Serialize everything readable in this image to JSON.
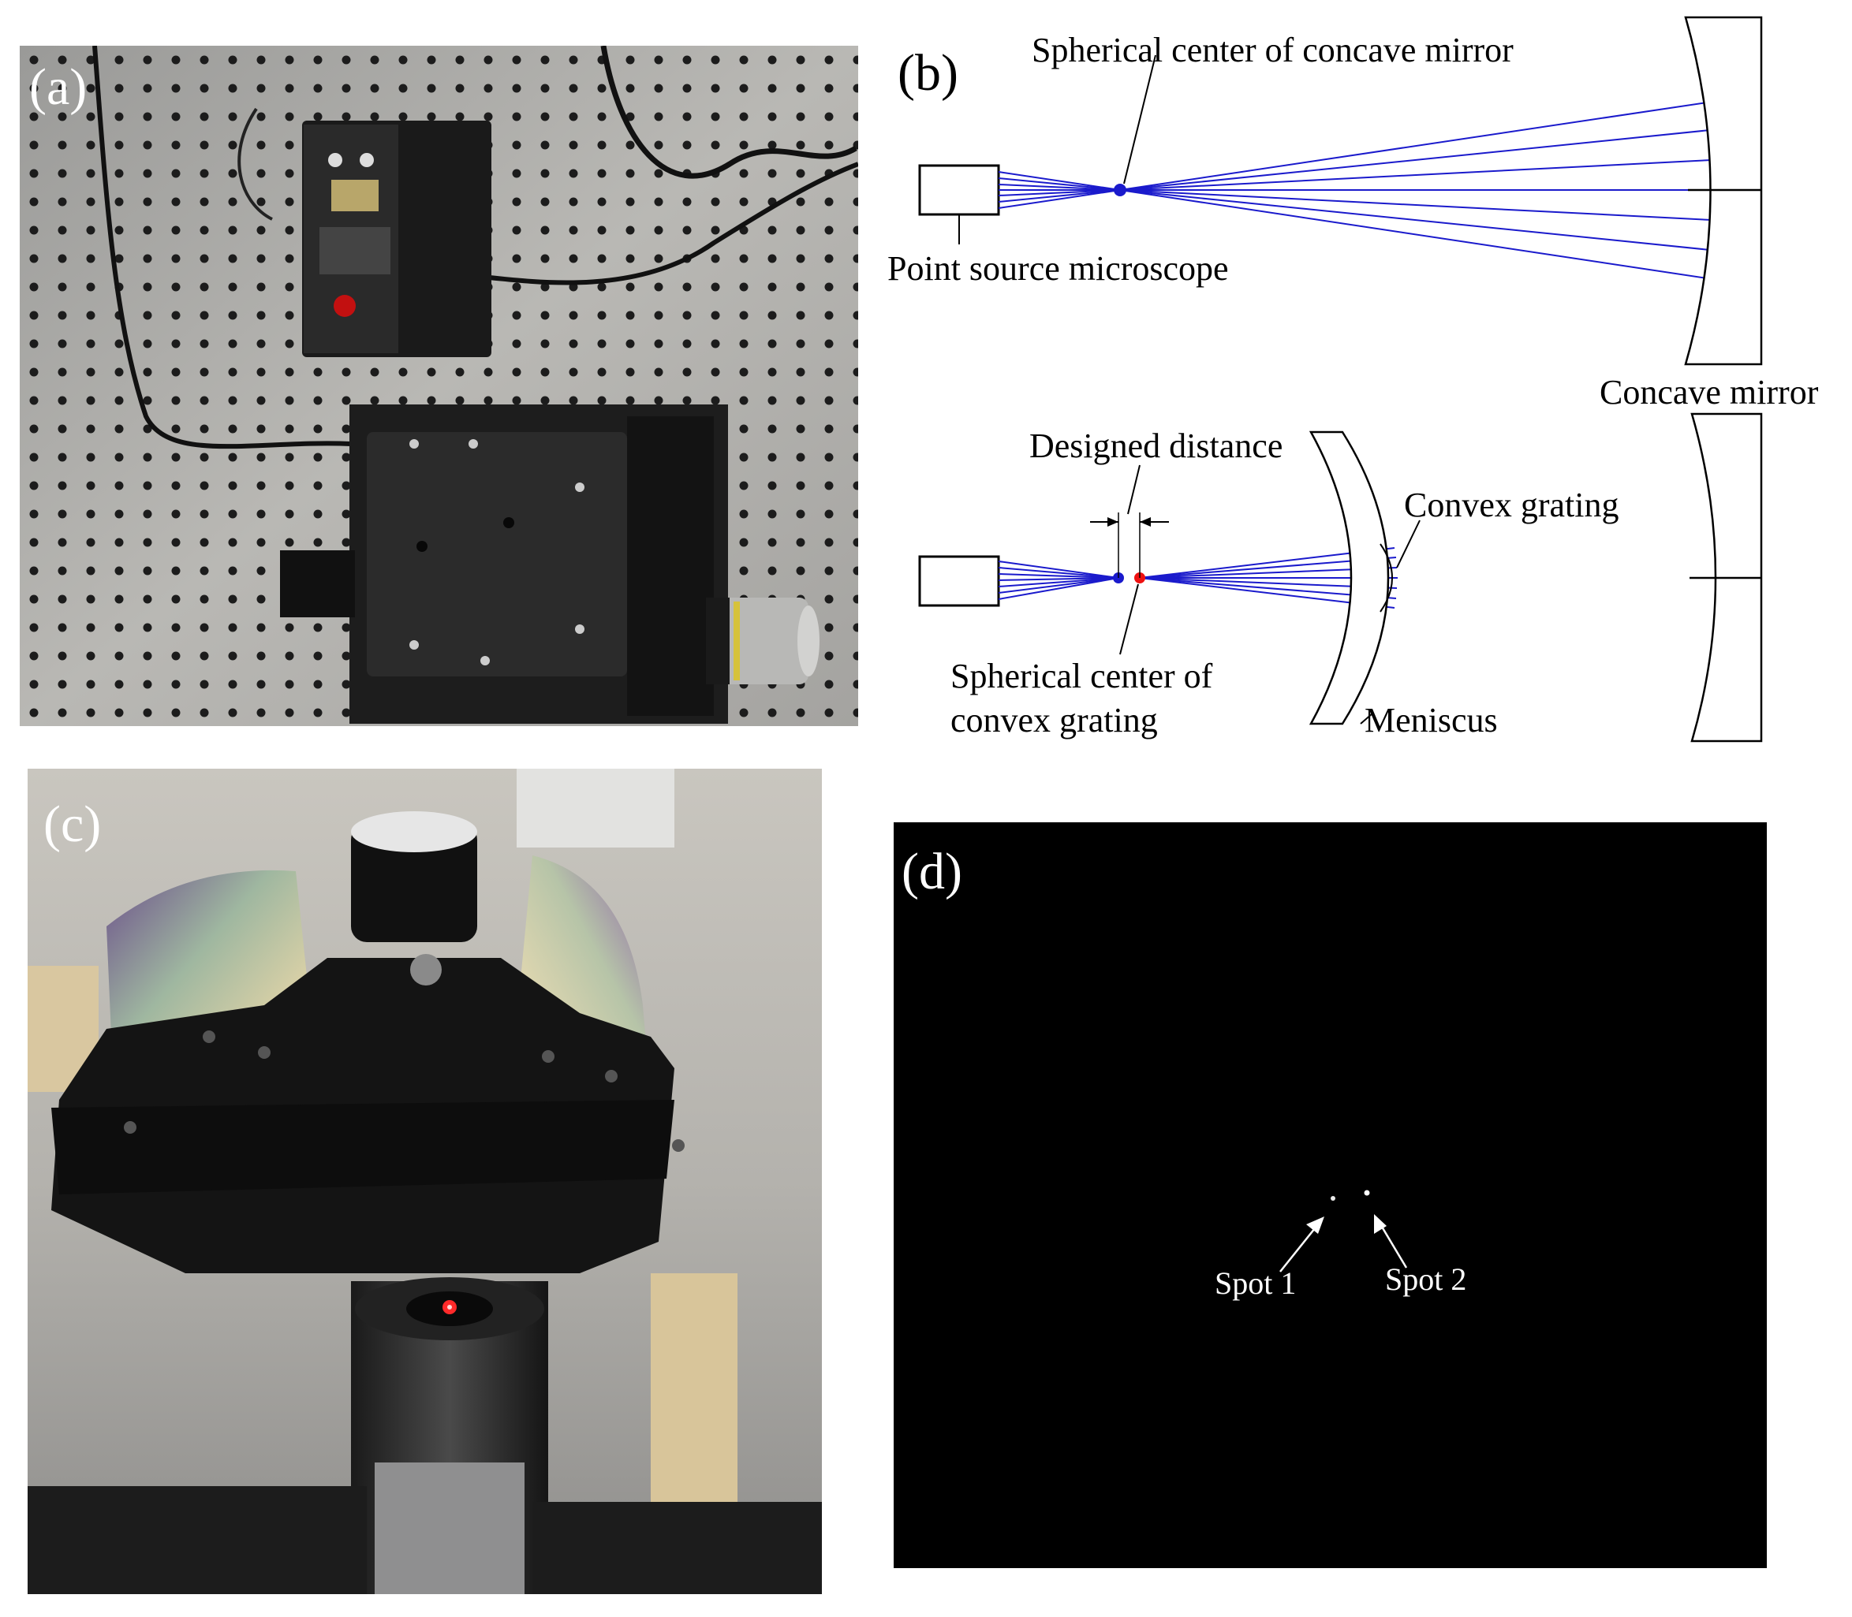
{
  "panels": {
    "a": {
      "label": "(a)"
    },
    "b": {
      "label": "(b)",
      "labels": {
        "center_concave": "Spherical center of concave mirror",
        "psm": "Point source microscope",
        "concave_mirror": "Concave mirror",
        "designed_distance": "Designed distance",
        "convex_grating": "Convex grating",
        "center_convex_line1": "Spherical center of",
        "center_convex_line2": "convex grating",
        "meniscus": "Meniscus"
      }
    },
    "c": {
      "label": "(c)"
    },
    "d": {
      "label": "(d)",
      "spot1": "Spot 1",
      "spot2": "Spot 2"
    }
  },
  "colors": {
    "ray": "#1a1acc",
    "center_blue": "#1a1acc",
    "center_red": "#ee1111"
  }
}
